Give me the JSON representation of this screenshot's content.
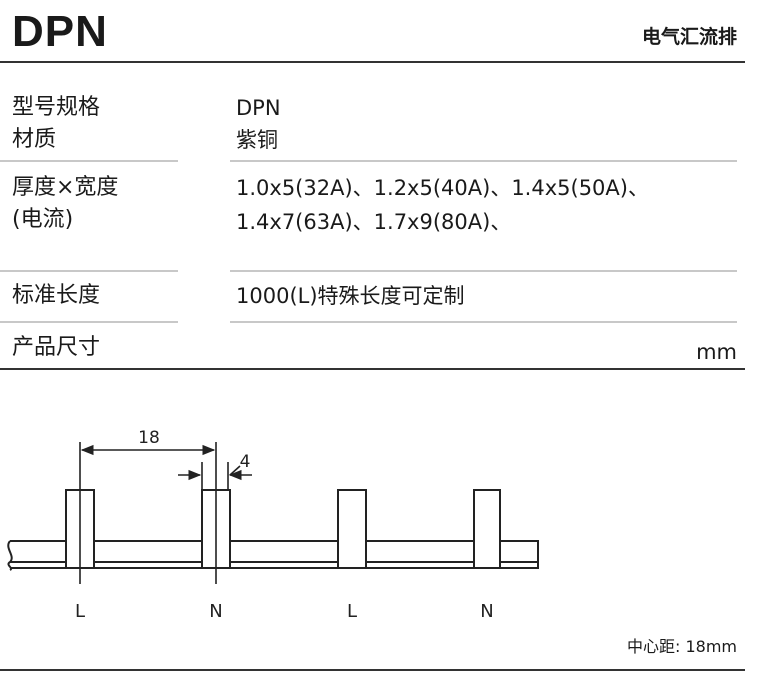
{
  "header": {
    "title": "DPN",
    "subtitle": "电气汇流排"
  },
  "spec": {
    "model_label": "型号规格",
    "model_value": "DPN",
    "material_label": "材质",
    "material_value": "紫铜",
    "thickness_label_1": "厚度×宽度",
    "thickness_label_2": "(电流)",
    "thickness_value_1": "1.0x5(32A)、1.2x5(40A)、1.4x5(50A)、",
    "thickness_value_2": "1.4x7(63A)、1.7x9(80A)、",
    "length_label": "标准长度",
    "length_value": "1000(L)特殊长度可定制",
    "size_label": "产品尺寸",
    "unit": "mm"
  },
  "drawing": {
    "dim_pitch": "18",
    "dim_width": "4",
    "pin_labels": [
      "L",
      "N",
      "L",
      "N"
    ],
    "note": "中心距: 18mm"
  }
}
